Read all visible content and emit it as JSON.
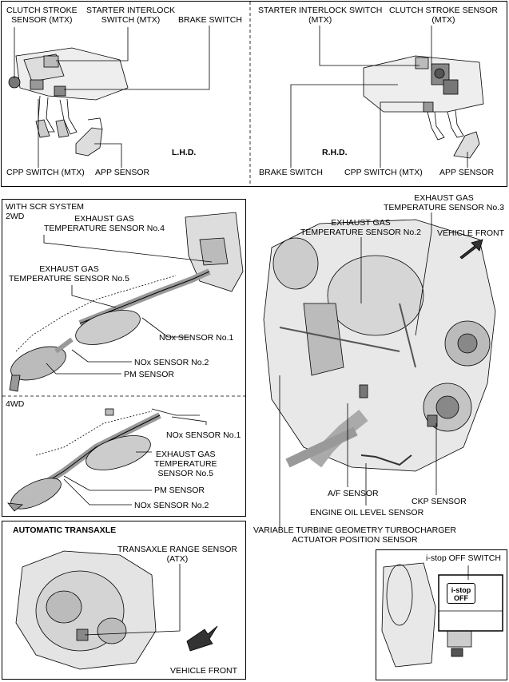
{
  "pedal_panel": {
    "lhd": {
      "clutch_stroke_sensor": "CLUTCH STROKE\nSENSOR (MTX)",
      "starter_interlock_switch": "STARTER INTERLOCK\nSWITCH (MTX)",
      "brake_switch": "BRAKE SWITCH",
      "side_label": "L.H.D.",
      "cpp_switch": "CPP SWITCH (MTX)",
      "app_sensor": "APP SENSOR"
    },
    "rhd": {
      "starter_interlock_switch": "STARTER INTERLOCK SWITCH\n(MTX)",
      "clutch_stroke_sensor": "CLUTCH STROKE SENSOR\n(MTX)",
      "side_label": "R.H.D.",
      "brake_switch": "BRAKE SWITCH",
      "cpp_switch": "CPP SWITCH (MTX)",
      "app_sensor": "APP SENSOR"
    }
  },
  "exhaust_panel": {
    "header": "WITH SCR SYSTEM",
    "section_2wd": {
      "title": "2WD",
      "egt4": "EXHAUST GAS\nTEMPERATURE SENSOR No.4",
      "egt5": "EXHAUST GAS\nTEMPERATURE SENSOR No.5",
      "nox1": "NOx SENSOR No.1",
      "nox2": "NOx SENSOR No.2",
      "pm": "PM SENSOR"
    },
    "section_4wd": {
      "title": "4WD",
      "nox1": "NOx SENSOR No.1",
      "egt5": "EXHAUST GAS\nTEMPERATURE\nSENSOR No.5",
      "pm": "PM SENSOR",
      "nox2": "NOx SENSOR No.2"
    }
  },
  "engine": {
    "egt3": "EXHAUST GAS\nTEMPERATURE SENSOR No.3",
    "egt2": "EXHAUST GAS\nTEMPERATURE SENSOR No.2",
    "vehicle_front": "VEHICLE FRONT",
    "af_sensor": "A/F SENSOR",
    "ckp_sensor": "CKP SENSOR",
    "oil_level": "ENGINE OIL LEVEL SENSOR",
    "vgt": "VARIABLE TURBINE GEOMETRY TURBOCHARGER\nACTUATOR POSITION SENSOR"
  },
  "transaxle_panel": {
    "title": "AUTOMATIC TRANSAXLE",
    "range_sensor": "TRANSAXLE RANGE SENSOR\n(ATX)",
    "vehicle_front": "VEHICLE FRONT"
  },
  "istop_panel": {
    "switch_label": "i-stop OFF SWITCH",
    "button_text": "i-stop\nOFF"
  }
}
